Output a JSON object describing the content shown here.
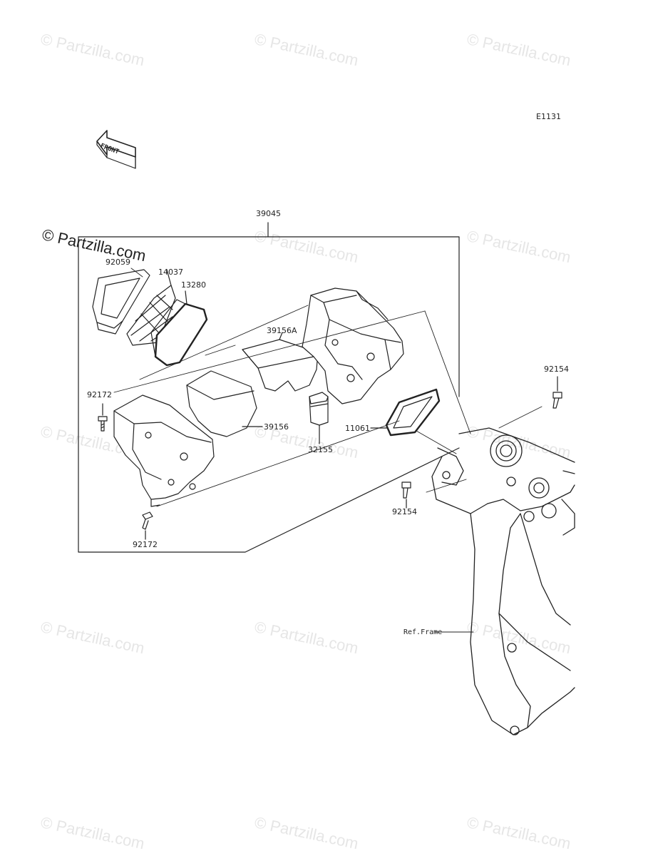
{
  "watermark": {
    "text": "© Partzilla.com"
  },
  "diagram_code": "E1131",
  "front_arrow": {
    "text": "FRONT"
  },
  "callouts": {
    "p39045": "39045",
    "p92059": "92059",
    "p14037": "14037",
    "p13280": "13280",
    "p39156A": "39156A",
    "p92172_top": "92172",
    "p39156": "39156",
    "p32155": "32155",
    "p11061": "11061",
    "p92154_right": "92154",
    "p92154_left": "92154",
    "p92172_bottom": "92172",
    "ref_frame": "Ref.Frame"
  },
  "icons": [
    "front-arrow-icon"
  ]
}
